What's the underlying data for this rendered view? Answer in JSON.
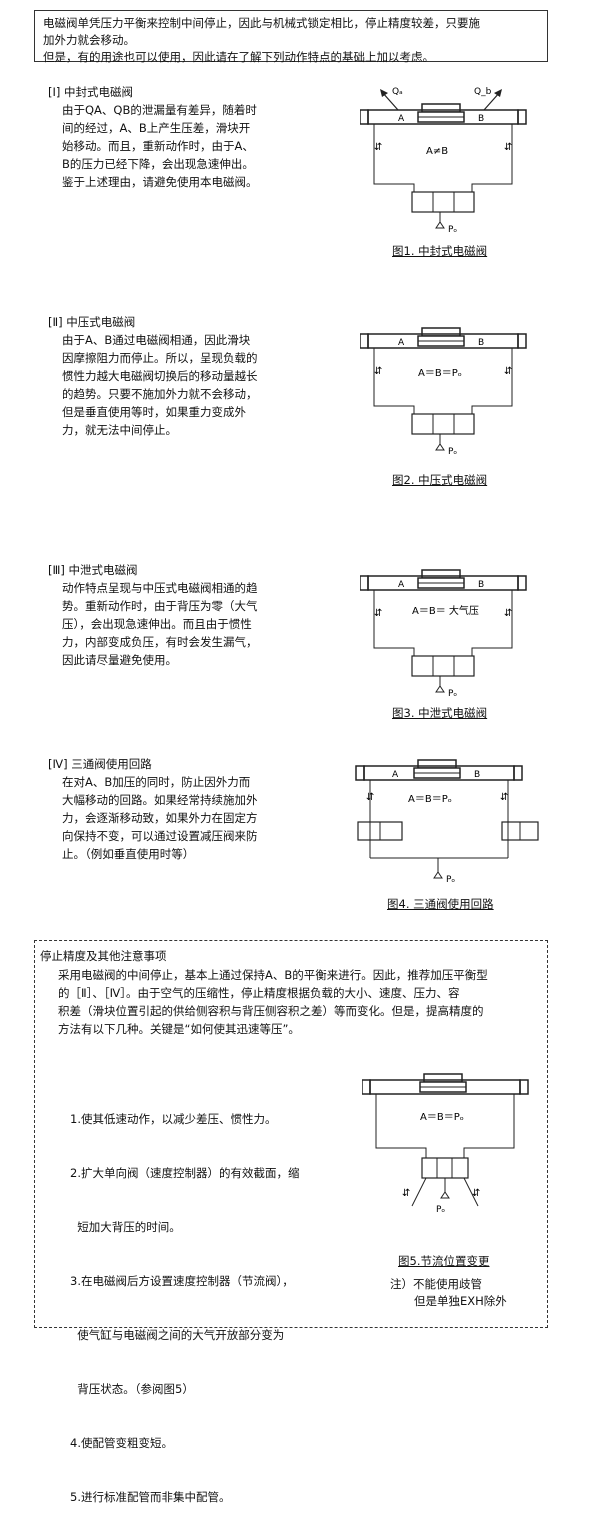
{
  "intro": {
    "lines": [
      "电磁阀单凭压力平衡来控制中间停止，因此与机械式锁定相比，停止精度较差，只要施",
      "加外力就会移动。",
      "但是，有的用途也可以使用，因此请在了解下列动作特点的基础上加以考虑。"
    ]
  },
  "sections": [
    {
      "title": "[Ⅰ] 中封式电磁阀",
      "lines": [
        "由于QA、QB的泄漏量有差异，随着时",
        "间的经过，A、B上产生压差，滑块开",
        "始移动。而且，重新动作时，由于A、",
        "B的压力已经下降，会出现急速伸出。",
        "鉴于上述理由，请避免使用本电磁阀。"
      ],
      "caption": "图1. 中封式电磁阀",
      "diagram": {
        "left": "A",
        "right": "B",
        "center": "A≠B",
        "qa": "Qₐ",
        "qb": "Q_b",
        "p": "Pₒ"
      }
    },
    {
      "title": "[Ⅱ] 中压式电磁阀",
      "lines": [
        "由于A、B通过电磁阀相通，因此滑块",
        "因摩擦阻力而停止。所以，呈现负载的",
        "惯性力越大电磁阀切换后的移动量越长",
        "的趋势。只要不施加外力就不会移动，",
        "但是垂直使用等时，如果重力变成外",
        "力，就无法中间停止。"
      ],
      "caption": "图2. 中压式电磁阀",
      "diagram": {
        "left": "A",
        "right": "B",
        "center": "A＝B＝Pₒ",
        "p": "Pₒ"
      }
    },
    {
      "title": "[Ⅲ] 中泄式电磁阀",
      "lines": [
        "动作特点呈现与中压式电磁阀相通的趋",
        "势。重新动作时，由于背压为零（大气",
        "压），会出现急速伸出。而且由于惯性",
        "力，内部变成负压，有时会发生漏气，",
        "因此请尽量避免使用。"
      ],
      "caption": "图3. 中泄式电磁阀",
      "diagram": {
        "left": "A",
        "right": "B",
        "center": "A＝B＝ 大气压",
        "p": "Pₒ"
      }
    },
    {
      "title": "[Ⅳ] 三通阀使用回路",
      "lines": [
        "在对A、B加压的同时，防止因外力而",
        "大幅移动的回路。如果经常持续施加外",
        "力，会逐渐移动致，如果外力在固定方",
        "向保持不变，可以通过设置减压阀来防",
        "止。（例如垂直使用时等）"
      ],
      "caption": "图4. 三通阀使用回路",
      "diagram": {
        "left": "A",
        "right": "B",
        "center": "A＝B＝Pₒ",
        "p": "Pₒ"
      }
    }
  ],
  "precision": {
    "title": "停止精度及其他注意事项",
    "lines": [
      "采用电磁阀的中间停止，基本上通过保持A、B的平衡来进行。因此，推荐加压平衡型",
      "的［Ⅱ］、［Ⅳ］。由于空气的压缩性，停止精度根据负载的大小、速度、压力、容",
      "积差（滑块位置引起的供给侧容积与背压侧容积之差）等而变化。但是，提高精度的",
      "方法有以下几种。关键是“如何使其迅速等压”。"
    ],
    "list": [
      "1.使其低速动作，以减少差压、惯性力。",
      "2.扩大单向阀（速度控制器）的有效截面，缩",
      "  短加大背压的时间。",
      "3.在电磁阀后方设置速度控制器（节流阀），",
      "  使气缸与电磁阀之间的大气开放部分变为",
      "  背压状态。（参阅图5）",
      "4.使配管变粗变短。",
      "5.进行标准配管而非集中配管。"
    ],
    "caption": "图5.节流位置变更",
    "diagram": {
      "center": "A＝B＝Pₒ",
      "p": "Pₒ"
    },
    "note": [
      "注）不能使用歧管",
      "但是单独EXH除外"
    ]
  }
}
